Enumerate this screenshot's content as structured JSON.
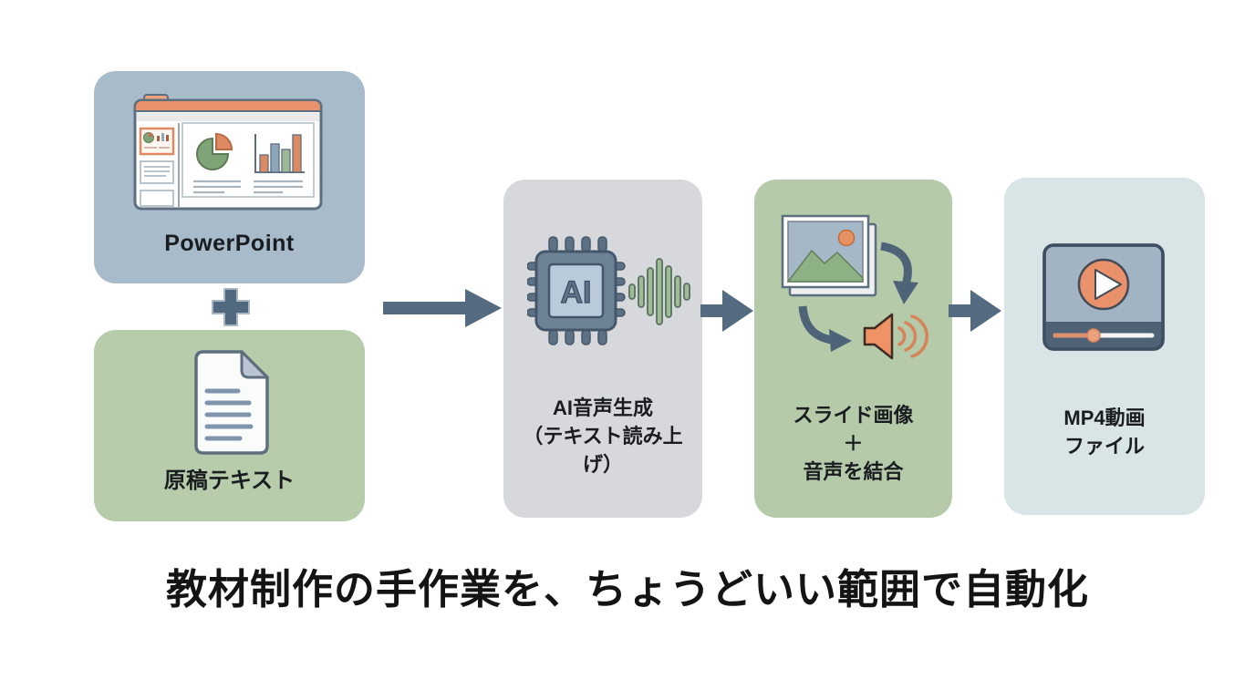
{
  "diagram": {
    "inputs": [
      {
        "id": "powerpoint",
        "label": "PowerPoint"
      },
      {
        "id": "manuscript",
        "label": "原稿テキスト"
      }
    ],
    "steps": [
      {
        "id": "ai-voice",
        "lines": [
          "AI音声生成",
          "（テキスト読み上",
          "げ）"
        ]
      },
      {
        "id": "merge",
        "lines": [
          "スライド画像",
          "＋",
          "音声を結合"
        ]
      },
      {
        "id": "mp4-file",
        "lines": [
          "MP4動画",
          "ファイル"
        ]
      }
    ],
    "chip_text": "AI",
    "icons": {
      "powerpoint": "presentation-app-window",
      "manuscript": "document-text",
      "ai_voice": "ai-chip-with-waveform",
      "merge": "slide-stack-cycle-speaker",
      "mp4": "video-player-play"
    }
  },
  "caption": "教材制作の手作業を、ちょうどいい範囲で自動化",
  "colors": {
    "box_powerpoint": "#a7bbcb",
    "box_manuscript": "#b6ccab",
    "box_ai": "#d6d8db",
    "box_merge": "#b4caa9",
    "box_mp4": "#d9e4e6",
    "arrow_slate": "#556b82",
    "accent_orange": "#e8916b",
    "wave_green": "#9dbe95",
    "chip_blue": "#6e8295",
    "text_dark": "#1a1d20"
  }
}
